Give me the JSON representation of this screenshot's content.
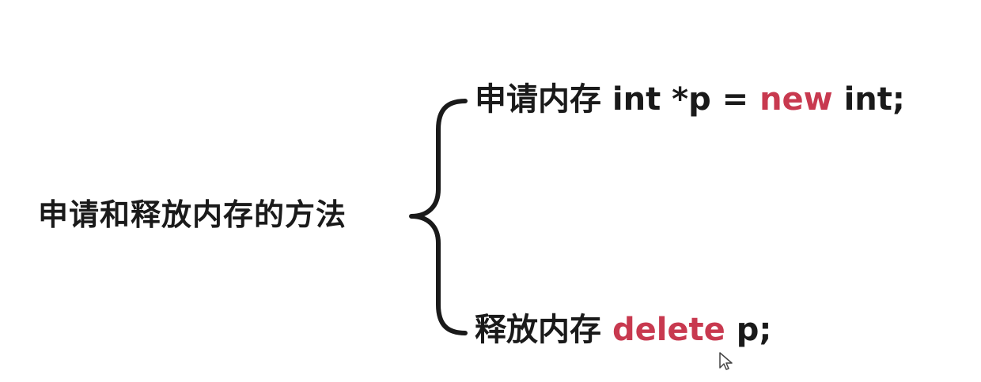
{
  "diagram": {
    "root": "申请和释放内存的方法",
    "branches": [
      {
        "prefix": "申请内存 int *p = ",
        "keyword": "new",
        "suffix": " int;"
      },
      {
        "prefix": "释放内存 ",
        "keyword": "delete",
        "suffix": " p;"
      }
    ]
  },
  "colors": {
    "text": "#1a1a1a",
    "keyword": "#c8394f",
    "background": "#ffffff"
  },
  "icons": {
    "brace": "left-curly-brace-icon",
    "cursor": "mouse-pointer-icon"
  }
}
